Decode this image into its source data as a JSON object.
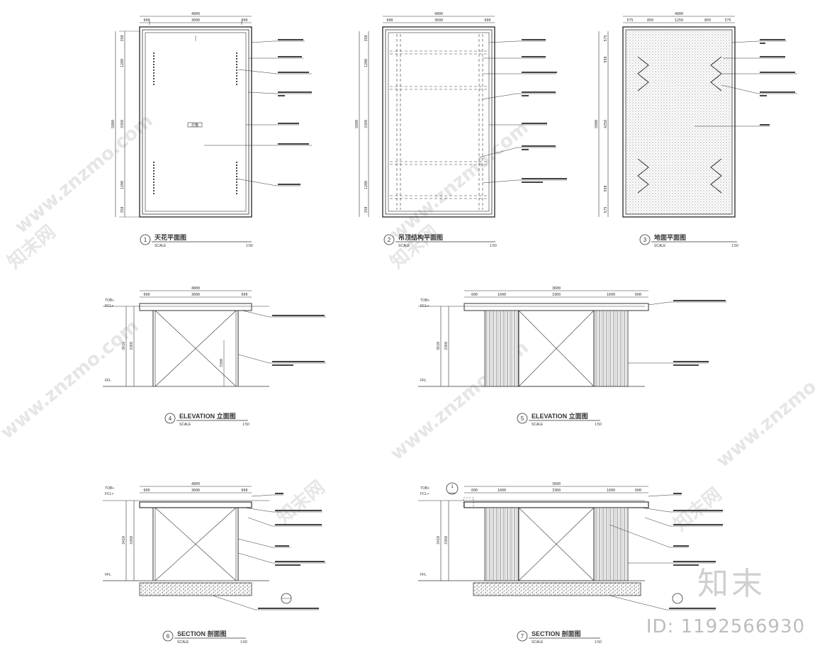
{
  "sheet": {
    "watermark_site": "www.znzmo.com",
    "watermark_cn": "知末网",
    "brand": "知末",
    "id_label": "ID: 1192566930"
  },
  "views": [
    {
      "num": "1",
      "title": "天花平面图",
      "scale": "SCALE",
      "ratio": "1:50"
    },
    {
      "num": "2",
      "title": "吊顶结构平面图",
      "scale": "SCALE",
      "ratio": "1:50"
    },
    {
      "num": "3",
      "title": "地面平面图",
      "scale": "SCALE",
      "ratio": "1:50"
    },
    {
      "num": "4",
      "title": "ELEVATION 立面图",
      "scale": "SCALE",
      "ratio": "1:50"
    },
    {
      "num": "5",
      "title": "ELEVATION 立面图",
      "scale": "SCALE",
      "ratio": "1:50"
    },
    {
      "num": "6",
      "title": "SECTION 剖面图",
      "scale": "SCALE",
      "ratio": "1:50"
    },
    {
      "num": "7",
      "title": "SECTION 剖面图",
      "scale": "SCALE",
      "ratio": "1:50"
    }
  ],
  "dims": {
    "plan1_top": [
      "4800",
      "600",
      "3600",
      "600"
    ],
    "plan1_left": [
      "5800",
      "350",
      "1200",
      "3360",
      "1200",
      "350"
    ],
    "plan2_top": [
      "4800",
      "600",
      "3600",
      "600"
    ],
    "plan2_left": [
      "5800",
      "350",
      "1200",
      "3360",
      "1200",
      "350"
    ],
    "plan3_top": [
      "4800",
      "575",
      "850",
      "1250",
      "850",
      "575"
    ],
    "plan3_left": [
      "5800",
      "575",
      "950",
      "4250",
      "950",
      "575"
    ],
    "elev4_top": [
      "4800",
      "600",
      "3600",
      "600"
    ],
    "elev4_left": [
      "3610",
      "3360",
      "3380"
    ],
    "elev5_top": [
      "3600",
      "600",
      "1600",
      "3360",
      "1600",
      "600"
    ],
    "elev5_left": [
      "3610",
      "3360"
    ],
    "sec6_top": [
      "4800",
      "600",
      "3600",
      "600"
    ],
    "sec6_left": [
      "3410",
      "3360"
    ],
    "sec7_top": [
      "3600",
      "600",
      "1600",
      "3360",
      "1600",
      "600"
    ],
    "sec7_left": [
      "3410",
      "3360"
    ],
    "sec7_tag": [
      "1",
      "3360"
    ],
    "levels": [
      "TOB+",
      "FCL+",
      "FFL"
    ],
    "center_tag": "灯箱"
  }
}
